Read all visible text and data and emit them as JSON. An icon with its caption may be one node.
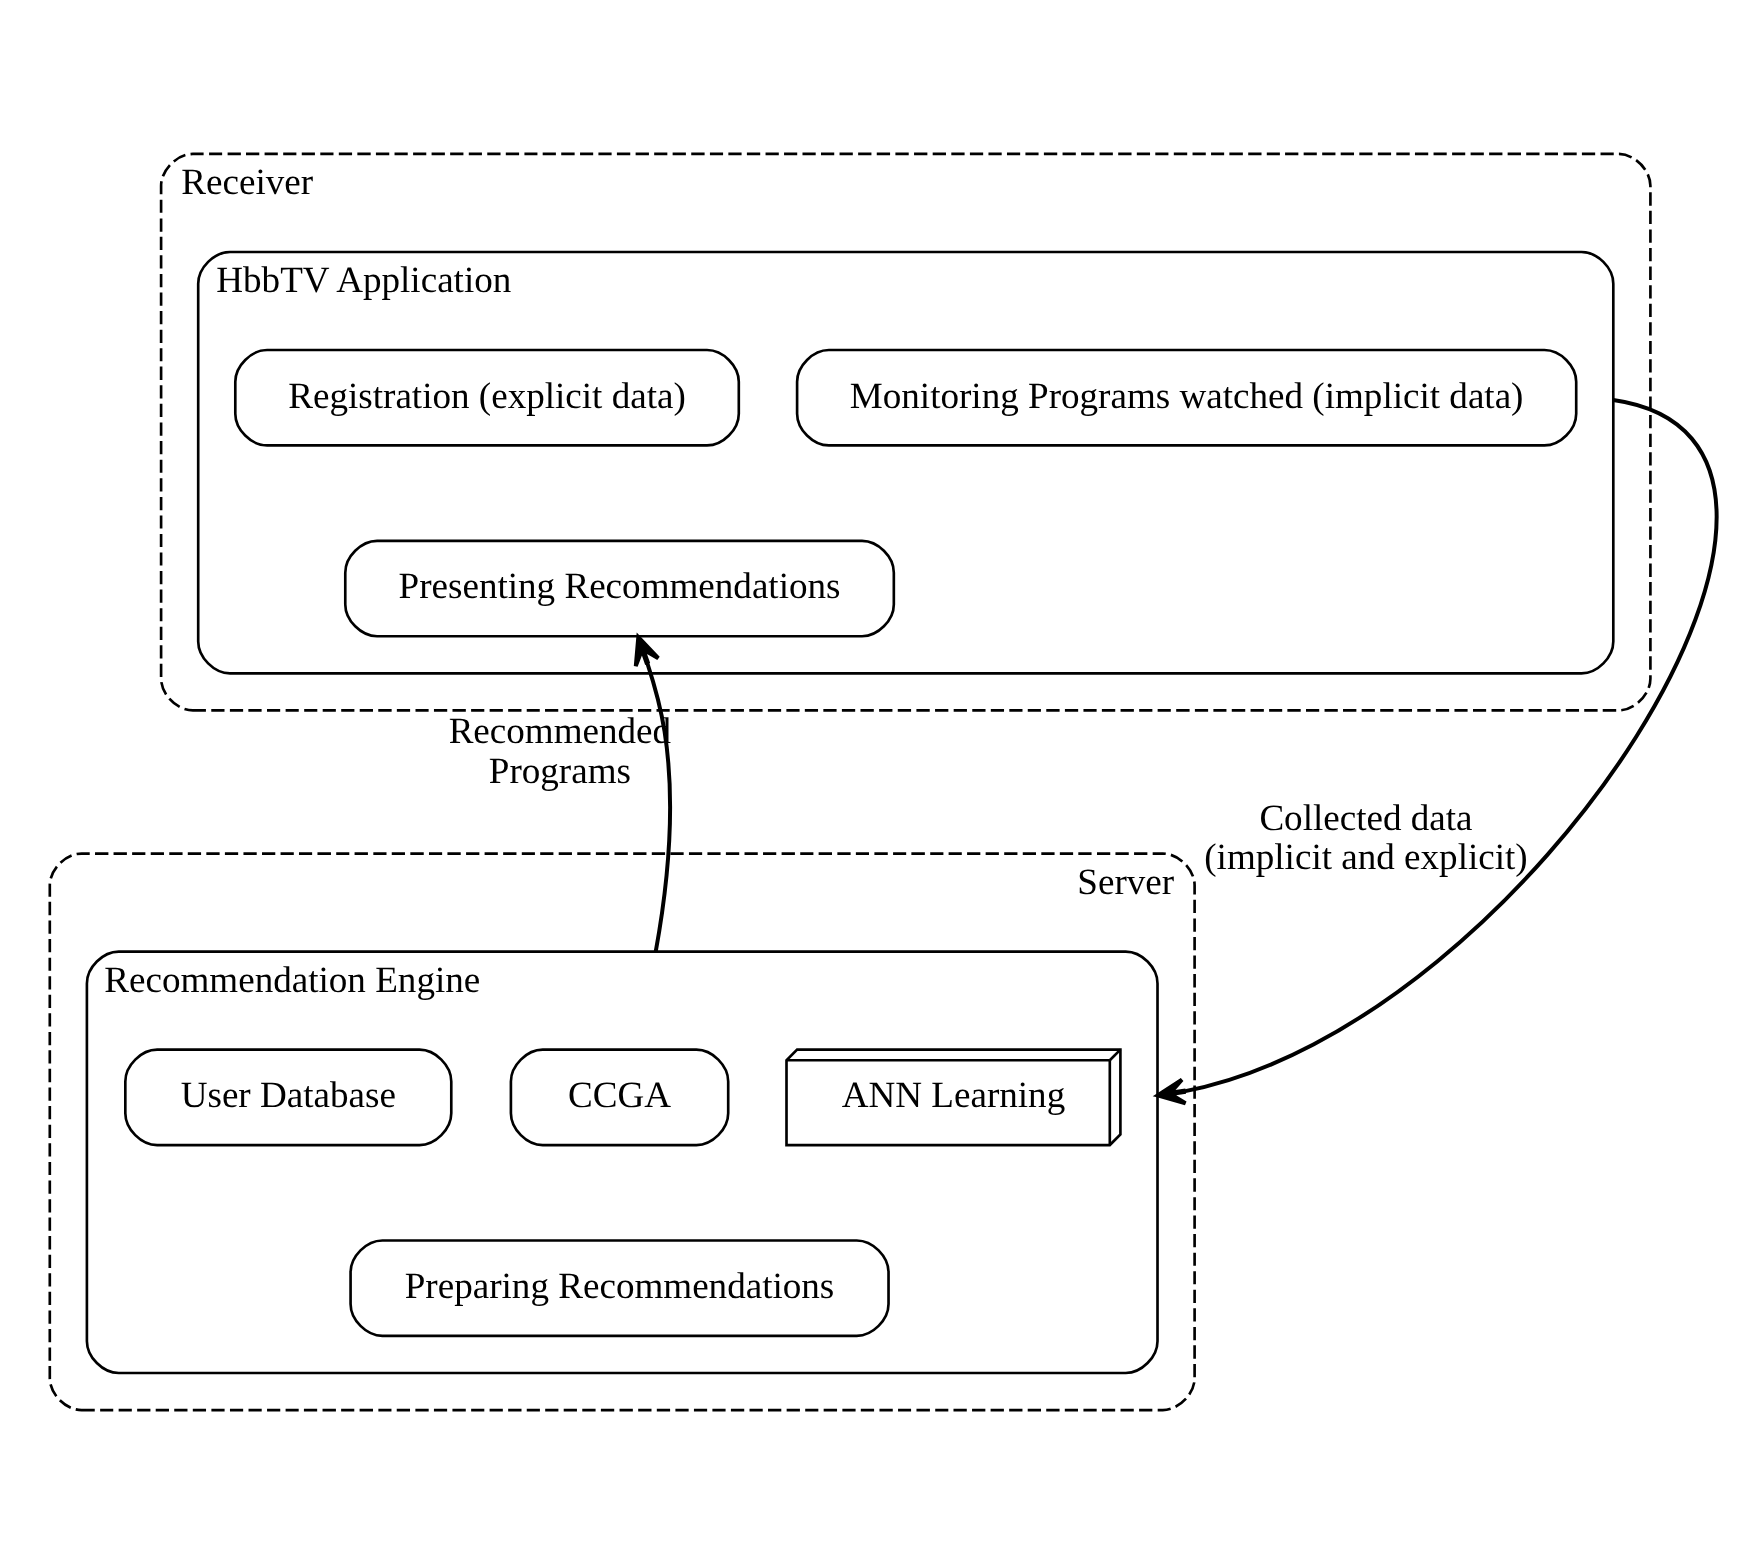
{
  "diagram": {
    "nodes": [
      {
        "text": [
          "Receiver"
        ]
      },
      {
        "text": [
          "HbbTV Application"
        ],
        "in": 0
      },
      {
        "text": [
          "Registration (explicit data)"
        ],
        "in": 1
      },
      {
        "text": [
          "Monitoring Programs watched (implicit data)"
        ],
        "in": 1
      },
      {
        "text": [
          "Presenting Recommendations"
        ],
        "in": 1
      },
      {
        "text": [
          "Server"
        ]
      },
      {
        "text": [
          "Recommendation Engine"
        ],
        "in": 5
      },
      {
        "text": [
          "User Database"
        ],
        "in": 6
      },
      {
        "text": [
          "CCGA"
        ],
        "in": 6
      },
      {
        "text": [
          "ANN Learning"
        ],
        "in": 6
      },
      {
        "text": [
          "Preparing Recommendations"
        ],
        "in": 6
      }
    ],
    "edges": [
      {
        "from": 6,
        "to": 4,
        "arrow": "to",
        "label": "Recommended Programs"
      },
      {
        "from": 1,
        "to": 6,
        "arrow": "to",
        "label": "Collected data (implicit and explicit)"
      }
    ]
  }
}
